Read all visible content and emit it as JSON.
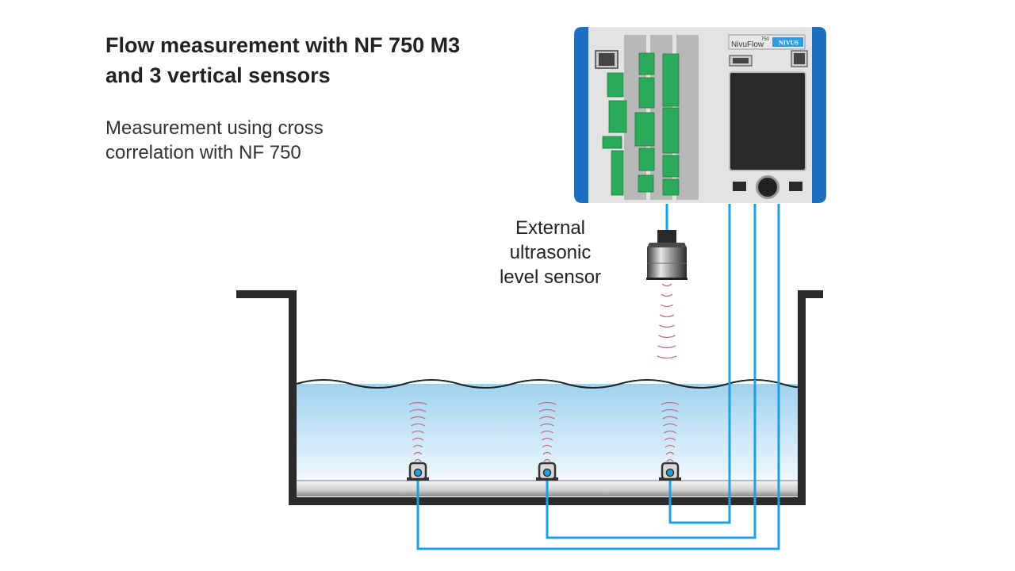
{
  "title": {
    "line1": "Flow measurement with NF 750 M3",
    "line2": "and 3 vertical sensors"
  },
  "subtitle": {
    "line1": "Measurement using cross",
    "line2": "correlation with NF 750"
  },
  "level_sensor_label": {
    "line1": "External",
    "line2": "ultrasonic",
    "line3": "level sensor"
  },
  "device": {
    "name": "NivuFlow",
    "model_superscript": "750",
    "brand": "NIVUS"
  },
  "colors": {
    "cable": "#1ba1e2",
    "device_side": "#1e6fc0",
    "device_body": "#e3e3e3",
    "module_green": "#2bab5a",
    "screen": "#2a2a2a",
    "wall": "#2b2b2b",
    "water_top": "#9fd2f0",
    "water_bottom": "#eef7fd",
    "wave": "#c07080"
  }
}
